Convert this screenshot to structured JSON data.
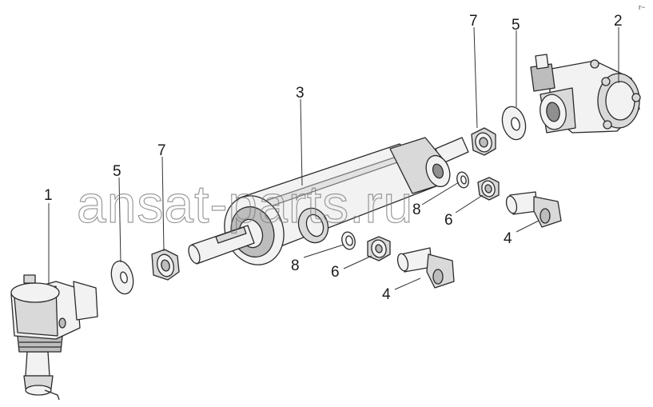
{
  "corner_mark": "r~",
  "watermark": "ansat-parts.ru",
  "callouts": {
    "c1": "1",
    "c2": "2",
    "c3": "3",
    "c4a": "4",
    "c4b": "4",
    "c5a": "5",
    "c5b": "5",
    "c6a": "6",
    "c6b": "6",
    "c7a": "7",
    "c7b": "7",
    "c8a": "8",
    "c8b": "8"
  }
}
